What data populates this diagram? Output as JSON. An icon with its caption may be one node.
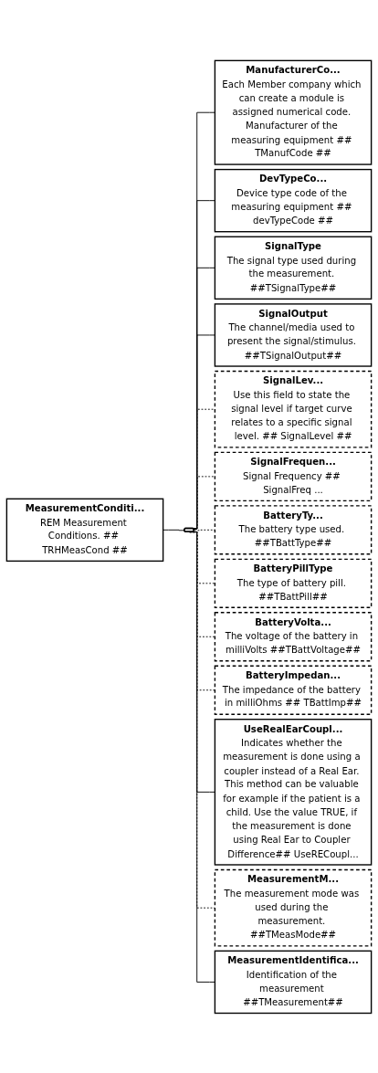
{
  "diagram": {
    "nodes": [
      {
        "text": [
          "MeasurementConditi...",
          "REM Measurement Conditions. ## TRHMeasCond ##"
        ]
      },
      {
        "text": [],
        "shape": "octagon"
      },
      {
        "text": [
          "ManufacturerCo...",
          "Each Member company which can create a module is assigned numerical code. Manufacturer of the measuring equipment ## TManufCode ##"
        ]
      },
      {
        "text": [
          "DevTypeCo...",
          "Device type code of the measuring equipment ## devTypeCode ##"
        ]
      },
      {
        "text": [
          "SignalType",
          "The signal type used during the measurement. ##TSignalType##"
        ]
      },
      {
        "text": [
          "SignalOutput",
          "The channel/media used to present the signal/stimulus. ##TSignalOutput##"
        ]
      },
      {
        "text": [
          "SignalLev...",
          "Use this field to state the signal level if target curve relates to a specific signal level. ## SignalLevel ##"
        ]
      },
      {
        "text": [
          "SignalFrequen...",
          "Signal Frequency ## SignalFreq ..."
        ]
      },
      {
        "text": [
          "BatteryTy...",
          "The battery type used. ##TBattType##"
        ]
      },
      {
        "text": [
          "BatteryPillType",
          "The type of battery pill. ##TBattPill##"
        ]
      },
      {
        "text": [
          "BatteryVolta...",
          "The voltage of the battery in milliVolts ##TBattVoltage##"
        ]
      },
      {
        "text": [
          "BatteryImpedan...",
          "The impedance of the battery in milliOhms ## TBattImp##"
        ]
      },
      {
        "text": [
          "UseRealEarCoupl...",
          "Indicates whether the measurement is done using a coupler instead of a Real Ear. This method can be valuable for example if the patient is a child. Use the value TRUE, if the measurement is done using Real Ear to Coupler Difference## UseRECoupl..."
        ]
      },
      {
        "text": [
          "MeasurementM...",
          "The measurement mode was used during the measurement. ##TMeasMode##"
        ]
      },
      {
        "text": [
          "MeasurementIdentifica...",
          "Identification of the measurement ##TMeasurement##"
        ]
      }
    ],
    "edges": [
      {
        "from": 0,
        "to": 1,
        "arrow": "none"
      },
      {
        "from": 1,
        "to": 2,
        "arrow": "none"
      },
      {
        "from": 1,
        "to": 3,
        "arrow": "none"
      },
      {
        "from": 1,
        "to": 4,
        "arrow": "none"
      },
      {
        "from": 1,
        "to": 5,
        "arrow": "none"
      },
      {
        "from": 1,
        "to": 6,
        "arrow": "none",
        "style": "dashed"
      },
      {
        "from": 1,
        "to": 7,
        "arrow": "none",
        "style": "dashed"
      },
      {
        "from": 1,
        "to": 8,
        "arrow": "none",
        "style": "dashed"
      },
      {
        "from": 1,
        "to": 9,
        "arrow": "none",
        "style": "dashed"
      },
      {
        "from": 1,
        "to": 10,
        "arrow": "none",
        "style": "dashed"
      },
      {
        "from": 1,
        "to": 11,
        "arrow": "none",
        "style": "dashed"
      },
      {
        "from": 1,
        "to": 12,
        "arrow": "none"
      },
      {
        "from": 1,
        "to": 13,
        "arrow": "none",
        "style": "dashed"
      },
      {
        "from": 1,
        "to": 14,
        "arrow": "none"
      }
    ]
  }
}
